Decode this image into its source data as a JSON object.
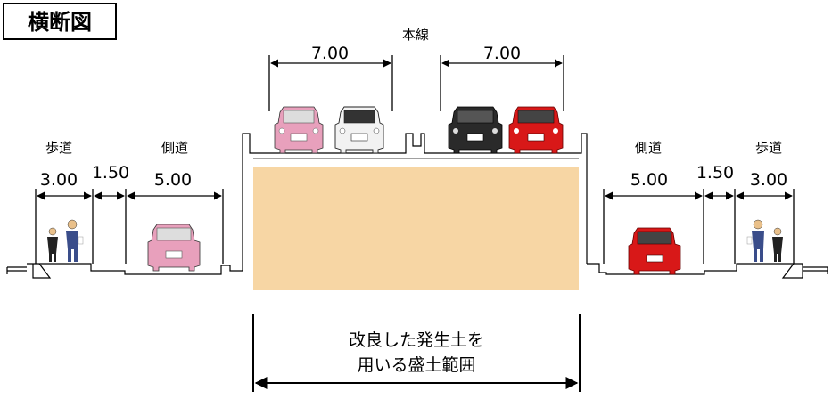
{
  "title": "横断図",
  "main_line_label": "本線",
  "main_line_widths": {
    "left": "7.00",
    "right": "7.00"
  },
  "left_side": {
    "sidewalk_label": "歩道",
    "side_road_label": "側道",
    "sidewalk_width": "3.00",
    "buffer_width": "1.50",
    "side_road_width": "5.00"
  },
  "right_side": {
    "sidewalk_label": "歩道",
    "side_road_label": "側道",
    "sidewalk_width": "3.00",
    "buffer_width": "1.50",
    "side_road_width": "5.00"
  },
  "embankment_caption": {
    "line1": "改良した発生土を",
    "line2": "用いる盛土範囲"
  },
  "colors": {
    "embankment_fill": "#F7D6A4",
    "car_pink": "#E8A0BC",
    "car_white": "#F2F2F2",
    "car_black": "#2A2A2A",
    "car_red": "#D81818",
    "person_clothes": "#3A4D8A",
    "person_skin": "#E9C08A"
  }
}
